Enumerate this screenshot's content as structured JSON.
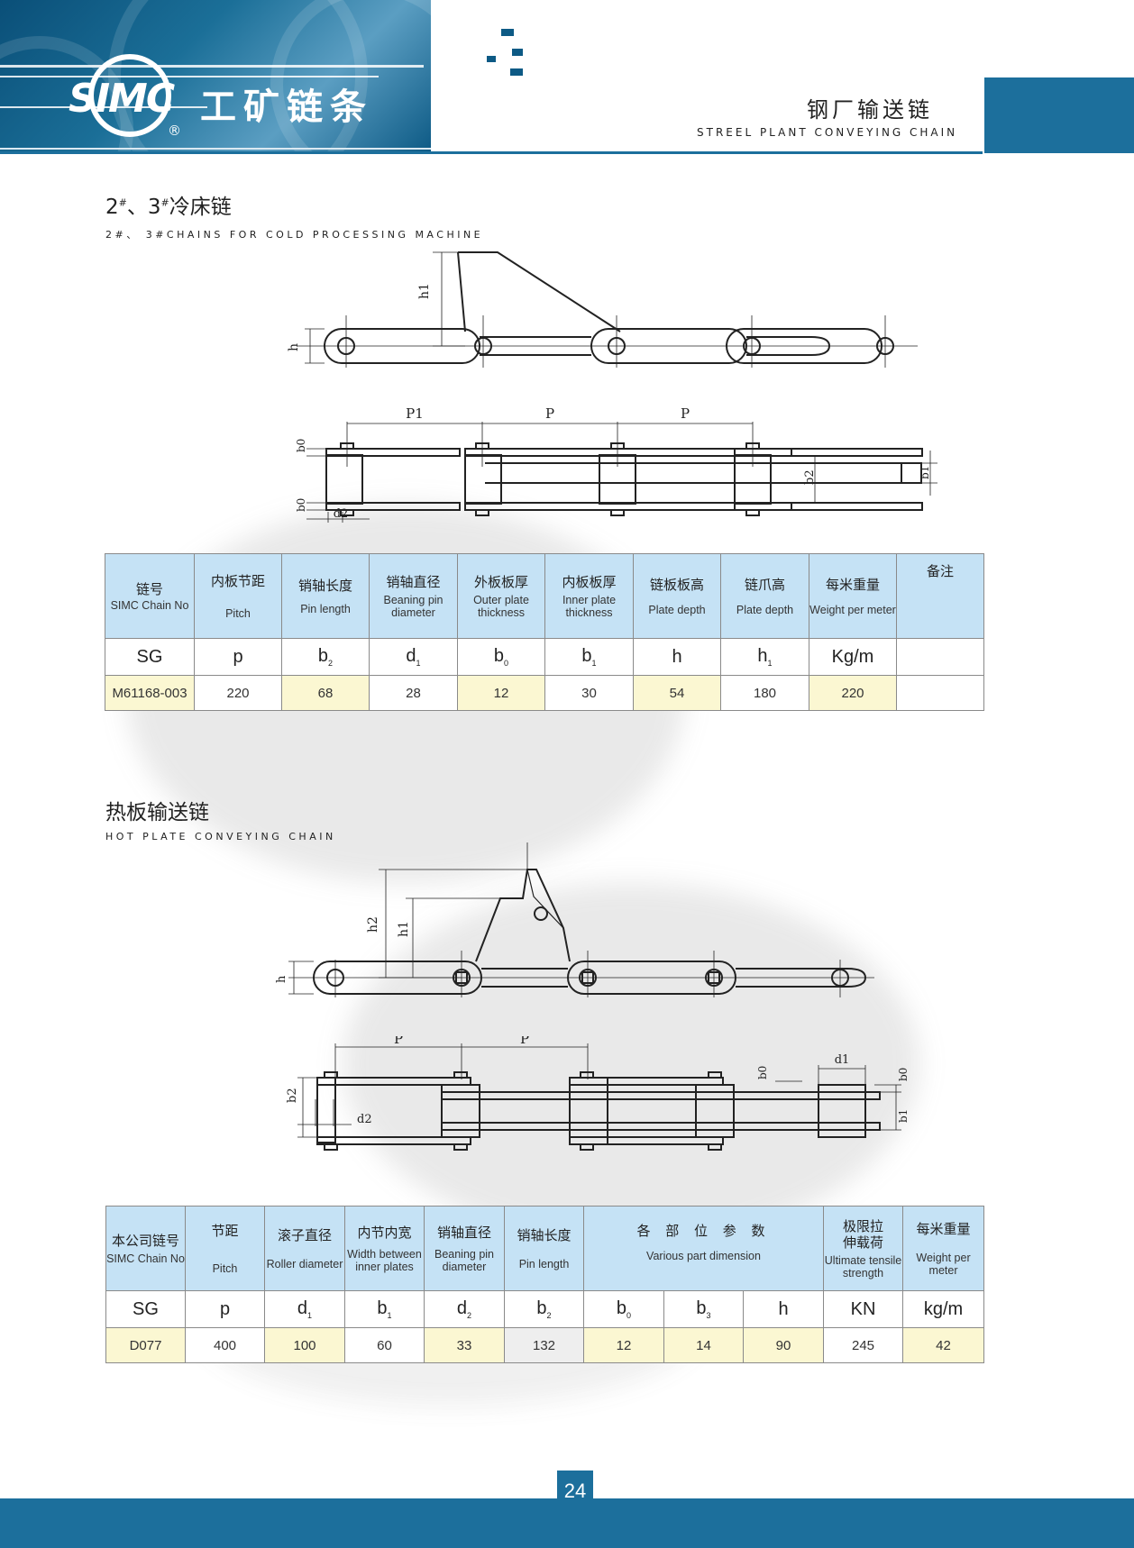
{
  "header": {
    "logo_text": "SIMC",
    "logo_reg": "®",
    "brand_cn": "工矿链条",
    "title_cn": "钢厂输送链",
    "title_en": "STREEL PLANT CONVEYING CHAIN",
    "colors": {
      "brand_blue": "#1c6f9c",
      "header_blue": "#0a4f78"
    }
  },
  "section1": {
    "title_num_a": "2",
    "title_sup_a": "#",
    "title_sep": "、",
    "title_num_b": "3",
    "title_sup_b": "#",
    "title_cn_tail": "冷床链",
    "title_en": "2#、 3#CHAINS FOR COLD PROCESSING MACHINE",
    "diagram_labels": {
      "h1": "h1",
      "h": "h",
      "p1": "P1",
      "p": "P",
      "b0": "b0",
      "b1": "b1",
      "b2": "b2",
      "d2": "d2"
    },
    "table": {
      "headers": [
        {
          "cn": "链号",
          "en": "SIMC Chain No"
        },
        {
          "cn": "内板节距",
          "en": "Pitch"
        },
        {
          "cn": "销轴长度",
          "en": "Pin length"
        },
        {
          "cn": "销轴直径",
          "en": "Beaning pin diameter"
        },
        {
          "cn": "外板板厚",
          "en": "Outer plate thickness"
        },
        {
          "cn": "内板板厚",
          "en": "Inner plate thickness"
        },
        {
          "cn": "链板板高",
          "en": "Plate depth"
        },
        {
          "cn": "链爪高",
          "en": "Plate depth"
        },
        {
          "cn": "每米重量",
          "en": "Weight per meter"
        },
        {
          "cn": "备注",
          "en": ""
        }
      ],
      "symbols": [
        {
          "base": "SG",
          "sub": ""
        },
        {
          "base": "p",
          "sub": ""
        },
        {
          "base": "b",
          "sub": "2"
        },
        {
          "base": "d",
          "sub": "1"
        },
        {
          "base": "b",
          "sub": "0"
        },
        {
          "base": "b",
          "sub": "1"
        },
        {
          "base": "h",
          "sub": ""
        },
        {
          "base": "h",
          "sub": "1"
        },
        {
          "base": "Kg/m",
          "sub": ""
        },
        {
          "base": "",
          "sub": ""
        }
      ],
      "rows": [
        [
          "M61168-003",
          "220",
          "68",
          "28",
          "12",
          "30",
          "54",
          "180",
          "220",
          ""
        ]
      ]
    }
  },
  "section2": {
    "title_cn": "热板输送链",
    "title_en": "HOT PLATE CONVEYING CHAIN",
    "diagram_labels": {
      "h": "h",
      "h1": "h1",
      "h2": "h2",
      "p": "P",
      "b0": "b0",
      "b1": "b1",
      "b2": "b2",
      "d1": "d1",
      "d2": "d2"
    },
    "table": {
      "headers": [
        {
          "cn": "本公司链号",
          "en": "SIMC Chain No"
        },
        {
          "cn": "节距",
          "en": "Pitch"
        },
        {
          "cn": "滚子直径",
          "en": "Roller diameter"
        },
        {
          "cn": "内节内宽",
          "en": "Width between inner plates"
        },
        {
          "cn": "销轴直径",
          "en": "Beaning pin diameter"
        },
        {
          "cn": "销轴长度",
          "en": "Pin length"
        },
        {
          "cn": "各 部 位 参 数",
          "en": "Various part dimension"
        },
        {
          "cn": "极限拉伸载荷",
          "en": "Ultimate tensile strength"
        },
        {
          "cn": "每米重量",
          "en": "Weight per meter"
        }
      ],
      "symbols": [
        {
          "base": "SG",
          "sub": ""
        },
        {
          "base": "p",
          "sub": ""
        },
        {
          "base": "d",
          "sub": "1"
        },
        {
          "base": "b",
          "sub": "1"
        },
        {
          "base": "d",
          "sub": "2"
        },
        {
          "base": "b",
          "sub": "2"
        },
        {
          "base": "b",
          "sub": "0"
        },
        {
          "base": "b",
          "sub": "3"
        },
        {
          "base": "h",
          "sub": ""
        },
        {
          "base": "KN",
          "sub": ""
        },
        {
          "base": "kg/m",
          "sub": ""
        }
      ],
      "rows": [
        [
          "D077",
          "400",
          "100",
          "60",
          "33",
          "132",
          "12",
          "14",
          "90",
          "245",
          "42"
        ]
      ]
    }
  },
  "footer": {
    "page_number": "24"
  }
}
